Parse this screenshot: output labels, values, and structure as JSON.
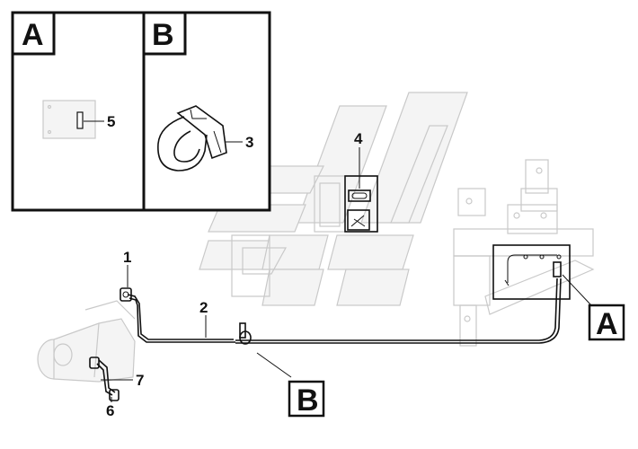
{
  "inset_a": {
    "letter": "A",
    "part_label": "5"
  },
  "inset_b": {
    "letter": "B",
    "part_label": "3"
  },
  "callouts": {
    "c1": "1",
    "c2": "2",
    "c4": "4",
    "c6": "6",
    "c7": "7"
  },
  "view_markers": {
    "a": "A",
    "b": "B"
  }
}
